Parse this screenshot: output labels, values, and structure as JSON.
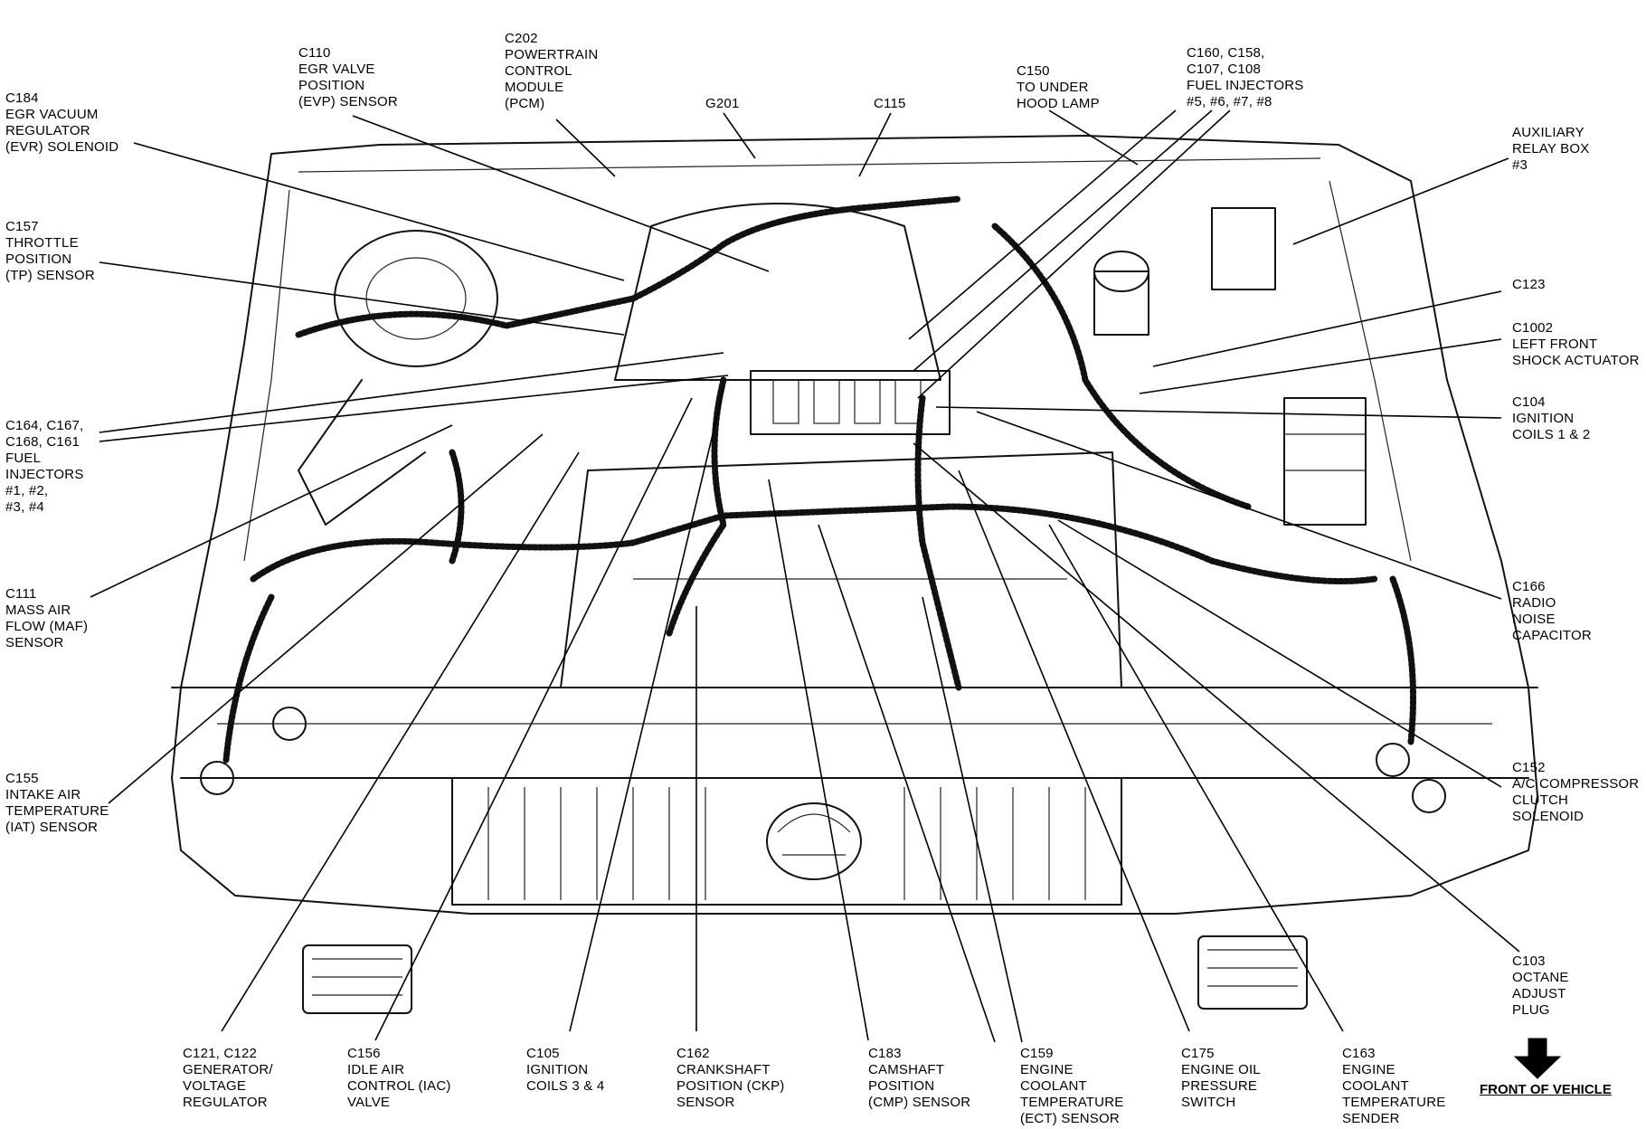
{
  "labels": [
    {
      "id": "c184",
      "text": "C184\nEGR VACUUM\nREGULATOR\n(EVR) SOLENOID"
    },
    {
      "id": "c110",
      "text": "C110\nEGR VALVE\nPOSITION\n(EVP) SENSOR"
    },
    {
      "id": "c202",
      "text": "C202\nPOWERTRAIN\nCONTROL\nMODULE\n(PCM)"
    },
    {
      "id": "g201",
      "text": "G201"
    },
    {
      "id": "c115",
      "text": "C115"
    },
    {
      "id": "c150",
      "text": "C150\nTO UNDER\nHOOD LAMP"
    },
    {
      "id": "c160",
      "text": "C160, C158,\nC107, C108\nFUEL INJECTORS\n#5, #6, #7, #8"
    },
    {
      "id": "aux",
      "text": "AUXILIARY\nRELAY BOX\n#3"
    },
    {
      "id": "c157",
      "text": "C157\nTHROTTLE\nPOSITION\n(TP) SENSOR"
    },
    {
      "id": "c123",
      "text": "C123"
    },
    {
      "id": "c1002",
      "text": "C1002\nLEFT FRONT\nSHOCK ACTUATOR"
    },
    {
      "id": "c164",
      "text": "C164, C167,\nC168, C161\nFUEL\nINJECTORS\n#1, #2,\n#3, #4"
    },
    {
      "id": "c104",
      "text": "C104\nIGNITION\nCOILS 1 & 2"
    },
    {
      "id": "c111",
      "text": "C111\nMASS AIR\nFLOW (MAF)\nSENSOR"
    },
    {
      "id": "c166",
      "text": "C166\nRADIO\nNOISE\nCAPACITOR"
    },
    {
      "id": "c155",
      "text": "C155\nINTAKE AIR\nTEMPERATURE\n(IAT) SENSOR"
    },
    {
      "id": "c152",
      "text": "C152\nA/C COMPRESSOR\nCLUTCH\nSOLENOID"
    },
    {
      "id": "c103",
      "text": "C103\nOCTANE\nADJUST\nPLUG"
    },
    {
      "id": "c121",
      "text": "C121, C122\nGENERATOR/\nVOLTAGE\nREGULATOR"
    },
    {
      "id": "c156",
      "text": "C156\nIDLE AIR\nCONTROL (IAC)\nVALVE"
    },
    {
      "id": "c105",
      "text": "C105\nIGNITION\nCOILS 3 & 4"
    },
    {
      "id": "c162",
      "text": "C162\nCRANKSHAFT\nPOSITION (CKP)\nSENSOR"
    },
    {
      "id": "c183",
      "text": "C183\nCAMSHAFT\nPOSITION\n(CMP) SENSOR"
    },
    {
      "id": "c159",
      "text": "C159\nENGINE\nCOOLANT\nTEMPERATURE\n(ECT) SENSOR"
    },
    {
      "id": "c175",
      "text": "C175\nENGINE OIL\nPRESSURE\nSWITCH"
    },
    {
      "id": "c163",
      "text": "C163\nENGINE\nCOOLANT\nTEMPERATURE\nSENDER"
    }
  ],
  "front_of_vehicle": "FRONT OF VEHICLE"
}
